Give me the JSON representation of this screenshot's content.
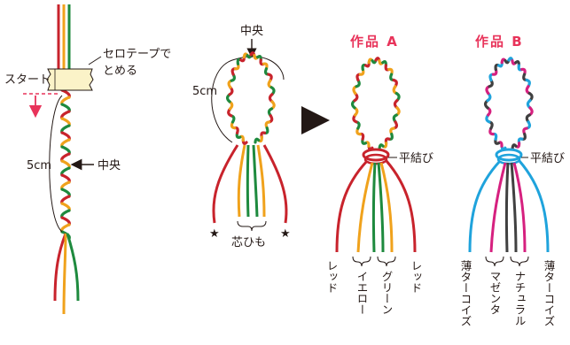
{
  "colors": {
    "red": "#c8232c",
    "yellow": "#f0a21c",
    "green": "#1e8a3e",
    "cyan": "#1fa3dc",
    "magenta": "#d6207f",
    "charcoal": "#404040",
    "ink": "#231815",
    "accent": "#e8335a",
    "tape": "#fbf3c8"
  },
  "step1": {
    "tape_label": [
      "セロテープで",
      "とめる"
    ],
    "start_label": "スタート",
    "length_label": "5cm",
    "center_label": "中央"
  },
  "step2": {
    "center_label": "中央",
    "length_label": "5cm",
    "core_label": "芯ひも",
    "star": "★"
  },
  "work_a": {
    "title": "作品 A",
    "knot_label": "平結び",
    "strand_labels": [
      "レッド",
      "イエロー",
      "グリーン",
      "レッド"
    ]
  },
  "work_b": {
    "title": "作品 B",
    "knot_label": "平結び",
    "strand_labels": [
      "薄ターコイズ",
      "マゼンタ",
      "ナチュラル",
      "薄ターコイズ"
    ]
  }
}
